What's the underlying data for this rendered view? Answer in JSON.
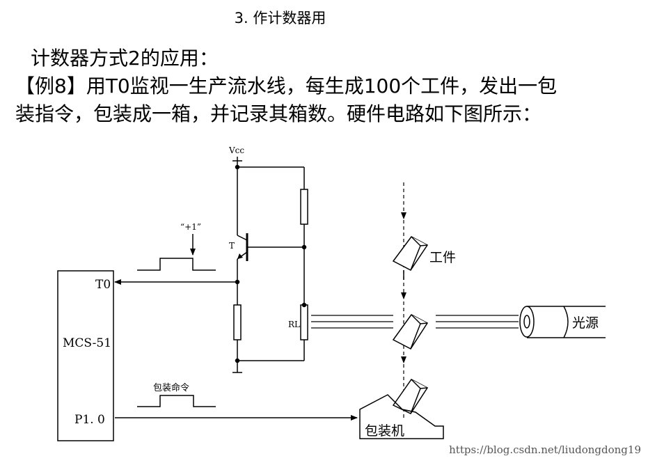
{
  "heading": "3. 作计数器用",
  "paragraph": {
    "line1": "计数器方式2的应用：",
    "line2": "【例8】用T0监视一生产流水线，每生成100个工件，发出一包",
    "line3": "装指令，包装成一箱，并记录其箱数。硬件电路如下图所示："
  },
  "circuit": {
    "vcc": "Vcc",
    "transistor": "T",
    "plus_one": "“+1”",
    "t0": "T0",
    "mcu": "MCS-51",
    "p10": "P1. 0",
    "rl": "RL",
    "pack_cmd": "包装命令",
    "workpiece": "工件",
    "light_source": "光源",
    "packer": "包装机"
  },
  "watermark": "https://blog.csdn.net/liudongdong19"
}
